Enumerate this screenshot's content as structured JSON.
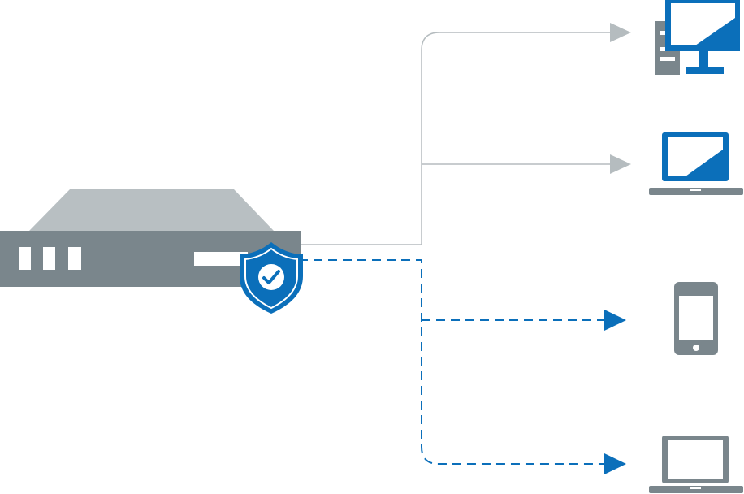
{
  "diagram": {
    "type": "network-distribution",
    "colors": {
      "gray_dark": "#7a868c",
      "gray_light": "#b8bfc2",
      "blue": "#0b6fba",
      "line_gray": "#b5bcbf",
      "white": "#ffffff"
    },
    "nodes": [
      {
        "id": "server",
        "icon": "server-rack-icon"
      },
      {
        "id": "shield",
        "icon": "shield-check-icon"
      },
      {
        "id": "desktop",
        "icon": "desktop-computer-icon"
      },
      {
        "id": "laptop-blue",
        "icon": "laptop-icon"
      },
      {
        "id": "tablet",
        "icon": "tablet-icon"
      },
      {
        "id": "laptop-gray",
        "icon": "laptop-icon"
      }
    ],
    "connections": [
      {
        "from": "server",
        "to": "desktop",
        "style": "solid",
        "color": "gray"
      },
      {
        "from": "server",
        "to": "laptop-blue",
        "style": "solid",
        "color": "gray"
      },
      {
        "from": "shield",
        "to": "tablet",
        "style": "dashed",
        "color": "blue"
      },
      {
        "from": "shield",
        "to": "laptop-gray",
        "style": "dashed",
        "color": "blue"
      }
    ]
  }
}
